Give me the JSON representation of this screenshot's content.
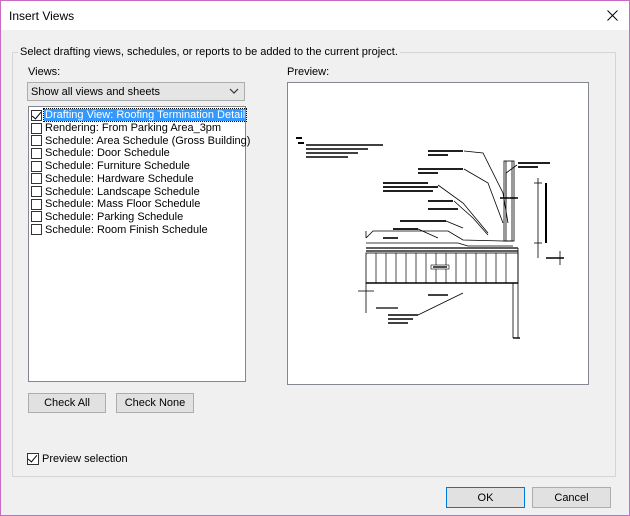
{
  "window": {
    "title": "Insert Views"
  },
  "group": {
    "legend": "Select drafting views, schedules, or reports to be added to the current project."
  },
  "views": {
    "label": "Views:",
    "filter_selected": "Show all views and sheets",
    "items": [
      {
        "label": "Drafting View: Roofing Termination Detail",
        "checked": true,
        "selected": true
      },
      {
        "label": "Rendering: From Parking Area_3pm",
        "checked": false,
        "selected": false
      },
      {
        "label": "Schedule: Area Schedule (Gross Building)",
        "checked": false,
        "selected": false
      },
      {
        "label": "Schedule: Door Schedule",
        "checked": false,
        "selected": false
      },
      {
        "label": "Schedule: Furniture Schedule",
        "checked": false,
        "selected": false
      },
      {
        "label": "Schedule: Hardware Schedule",
        "checked": false,
        "selected": false
      },
      {
        "label": "Schedule: Landscape Schedule",
        "checked": false,
        "selected": false
      },
      {
        "label": "Schedule: Mass Floor Schedule",
        "checked": false,
        "selected": false
      },
      {
        "label": "Schedule: Parking Schedule",
        "checked": false,
        "selected": false
      },
      {
        "label": "Schedule: Room Finish Schedule",
        "checked": false,
        "selected": false
      }
    ]
  },
  "preview": {
    "label": "Preview:"
  },
  "buttons": {
    "check_all": "Check All",
    "check_none": "Check None",
    "ok": "OK",
    "cancel": "Cancel"
  },
  "preview_selection": {
    "label": "Preview selection",
    "checked": true
  },
  "icons": {
    "close": "close-icon",
    "dropdown": "chevron-down-icon"
  }
}
